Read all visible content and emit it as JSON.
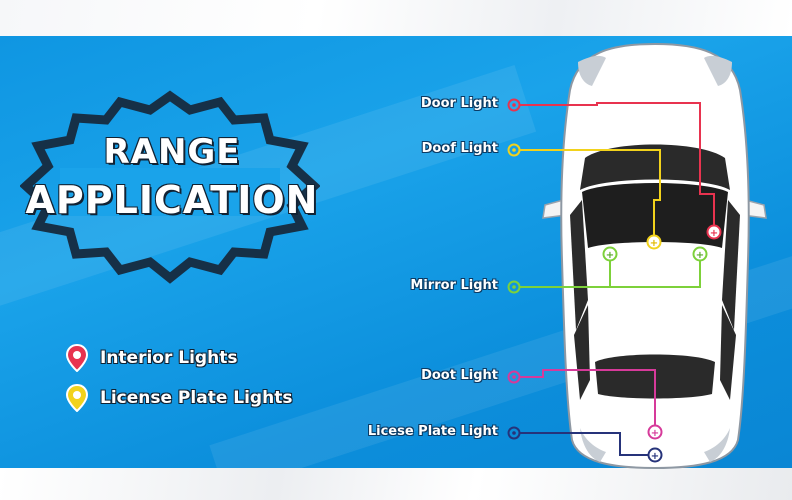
{
  "badge": {
    "line1": "RANGE",
    "line2": "APPLICATION"
  },
  "legend": [
    {
      "label": "Interior Lights",
      "color": "#e8334f",
      "icon": "red-pin-icon"
    },
    {
      "label": "License Plate Lights",
      "color": "#f2d21c",
      "icon": "yellow-pin-icon"
    }
  ],
  "callouts": {
    "door_light": "Door Light",
    "roof_light": "Doof Light",
    "mirror_light": "Mirror Light",
    "trunk_light": "Doot Light",
    "plate_light": "Licese Plate Light"
  },
  "colors": {
    "background_blue": "#1aa3ea",
    "door_line": "#e8334f",
    "roof_line": "#f2d21c",
    "mirror_line": "#7dd13a",
    "trunk_line": "#d63a9a",
    "plate_line": "#26337a"
  }
}
